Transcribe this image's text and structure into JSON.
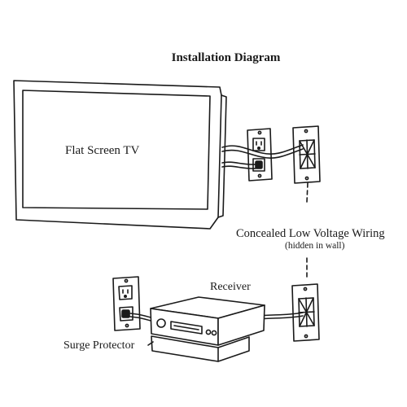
{
  "diagram": {
    "title": "Installation Diagram",
    "labels": {
      "tv": "Flat Screen TV",
      "wiring": "Concealed Low Voltage Wiring",
      "wiring_note": "(hidden in wall)",
      "receiver": "Receiver",
      "surge_protector": "Surge Protector"
    },
    "colors": {
      "ink": "#1a1a1a",
      "background": "#ffffff"
    }
  }
}
